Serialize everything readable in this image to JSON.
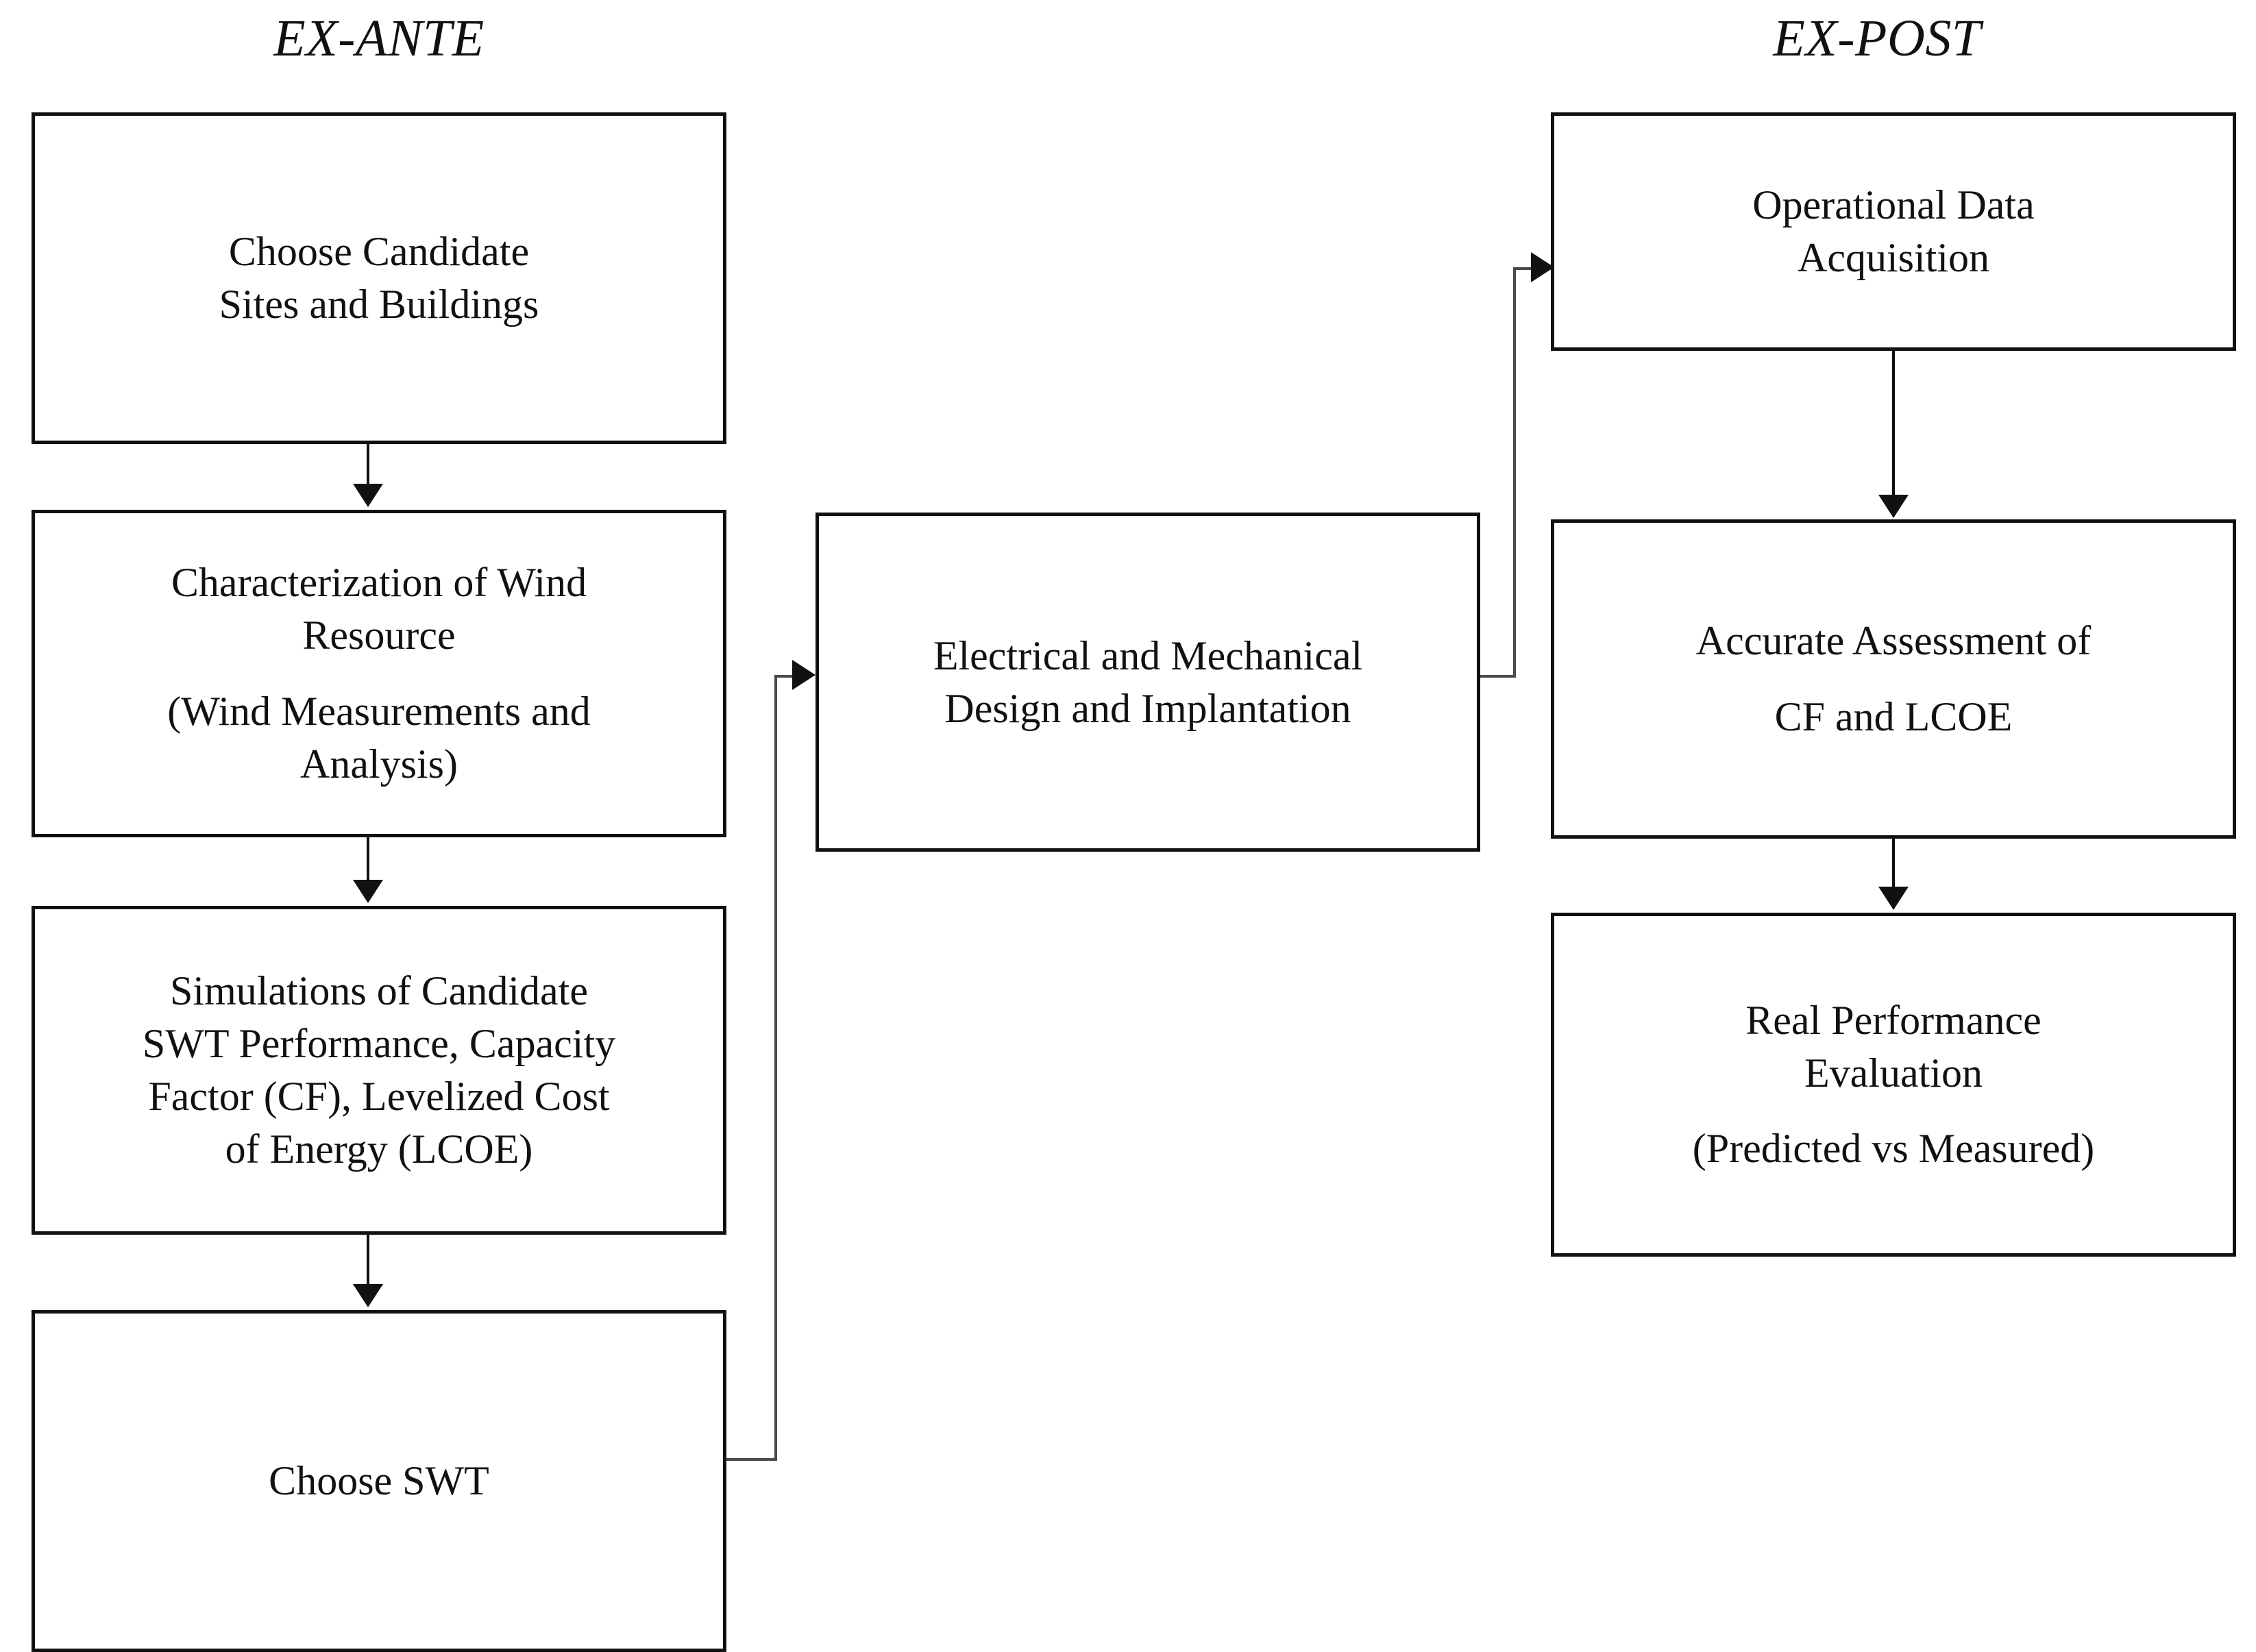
{
  "columns": {
    "ex_ante_title": "EX-ANTE",
    "ex_post_title": "EX-POST"
  },
  "nodes": {
    "choose_sites": {
      "line1": "Choose Candidate",
      "line2": "Sites and Buildings"
    },
    "wind_resource": {
      "line1": "Characterization of Wind",
      "line2": "Resource",
      "line3": "(Wind Measurements and",
      "line4": "Analysis)"
    },
    "simulations": {
      "line1": "Simulations of Candidate",
      "line2": "SWT Performance, Capacity",
      "line3": "Factor (CF), Levelized Cost",
      "line4": "of Energy (LCOE)"
    },
    "choose_swt": {
      "line1": "Choose SWT"
    },
    "design_implantation": {
      "line1": "Electrical and Mechanical",
      "line2": "Design and Implantation"
    },
    "operational_data": {
      "line1": "Operational Data",
      "line2": "Acquisition"
    },
    "accurate_assessment": {
      "line1": "Accurate Assessment of",
      "line2": "CF and LCOE"
    },
    "real_performance": {
      "line1": "Real Performance",
      "line2": "Evaluation",
      "line3": "(Predicted vs Measured)"
    }
  },
  "colors": {
    "border": "#111111",
    "text": "#111111",
    "background": "#ffffff",
    "connector": "#111111",
    "connector_thin": "#4a4a4a"
  }
}
